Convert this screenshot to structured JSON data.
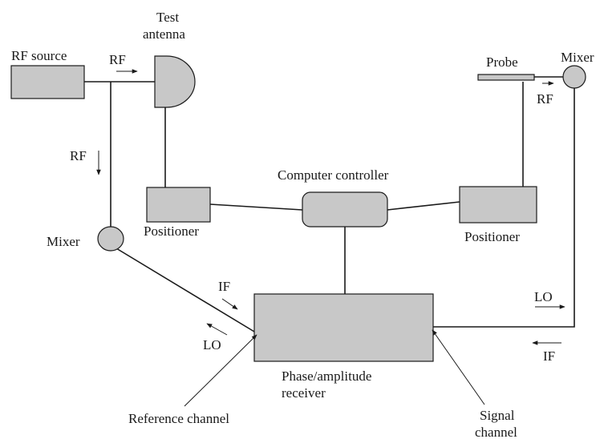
{
  "labels": {
    "rf_source": "RF source",
    "test_antenna_line1": "Test",
    "test_antenna_line2": "antenna",
    "rf_top": "RF",
    "rf_down": "RF",
    "mixer_left": "Mixer",
    "positioner_left": "Positioner",
    "computer_controller": "Computer controller",
    "positioner_right": "Positioner",
    "probe": "Probe",
    "mixer_right": "Mixer",
    "rf_probe": "RF",
    "if_left": "IF",
    "lo_left": "LO",
    "lo_right": "LO",
    "if_right": "IF",
    "receiver_line1": "Phase/amplitude",
    "receiver_line2": "receiver",
    "reference_channel": "Reference channel",
    "signal_line1": "Signal",
    "signal_line2": "channel"
  },
  "colors": {
    "block_fill": "#c8c8c8",
    "line": "#1a1a1a",
    "background": "#ffffff"
  }
}
